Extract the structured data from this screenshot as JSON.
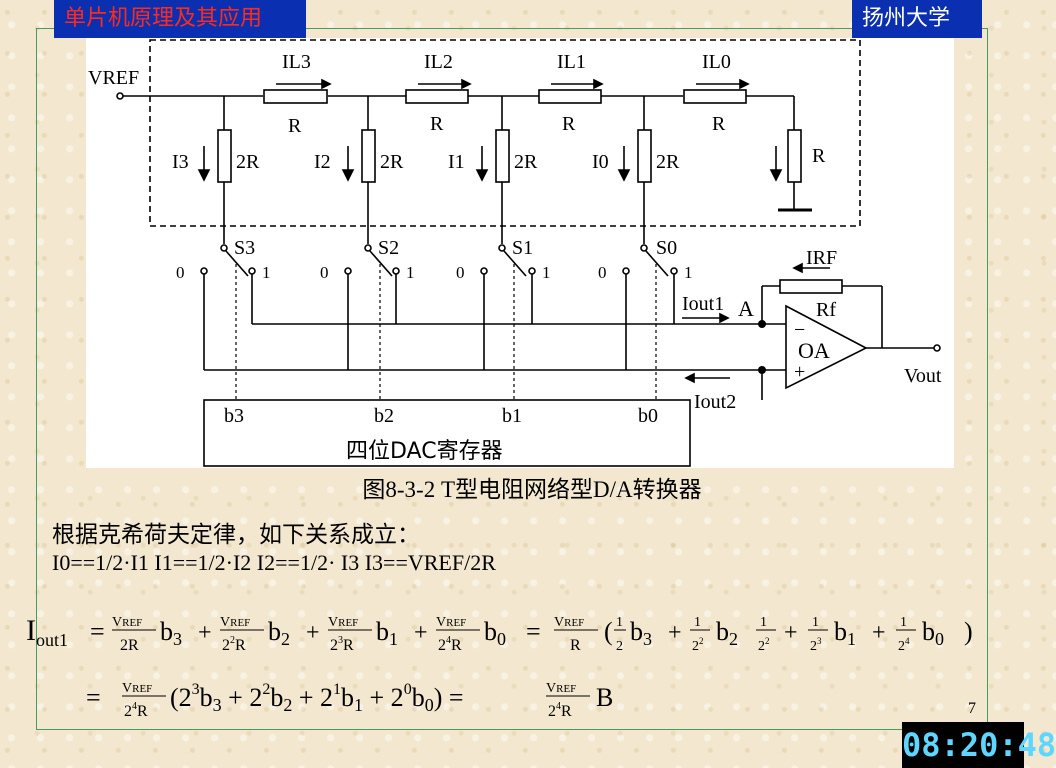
{
  "header": {
    "course_title": "单片机原理及其应用",
    "university": "扬州大学"
  },
  "diagram": {
    "vref_label": "VREF",
    "currents_top": [
      "IL3",
      "IL2",
      "IL1",
      "IL0"
    ],
    "resistor_R": "R",
    "resistor_2R": "2R",
    "branch_currents": [
      "I3",
      "I2",
      "I1",
      "I0"
    ],
    "switches": [
      "S3",
      "S2",
      "S1",
      "S0"
    ],
    "switch_pos0": "0",
    "switch_pos1": "1",
    "irf_label": "IRF",
    "rf_label": "Rf",
    "iout1_label": "Iout1",
    "node_a": "A",
    "opamp_label": "OA",
    "minus": "−",
    "plus": "+",
    "vout_label": "Vout",
    "iout2_label": "Iout2",
    "register_bits": [
      "b3",
      "b2",
      "b1",
      "b0"
    ],
    "register_title": "四位DAC寄存器"
  },
  "caption": "图8-3-2  T型电阻网络型D/A转换器",
  "paragraph": "根据克希荷夫定律，如下关系成立：",
  "relations": "I0==1/2·I1    I1==1/2·I2    I2==1/2· I3    I3==VREF/2R",
  "page_number": "7",
  "clock": "08:20:48"
}
